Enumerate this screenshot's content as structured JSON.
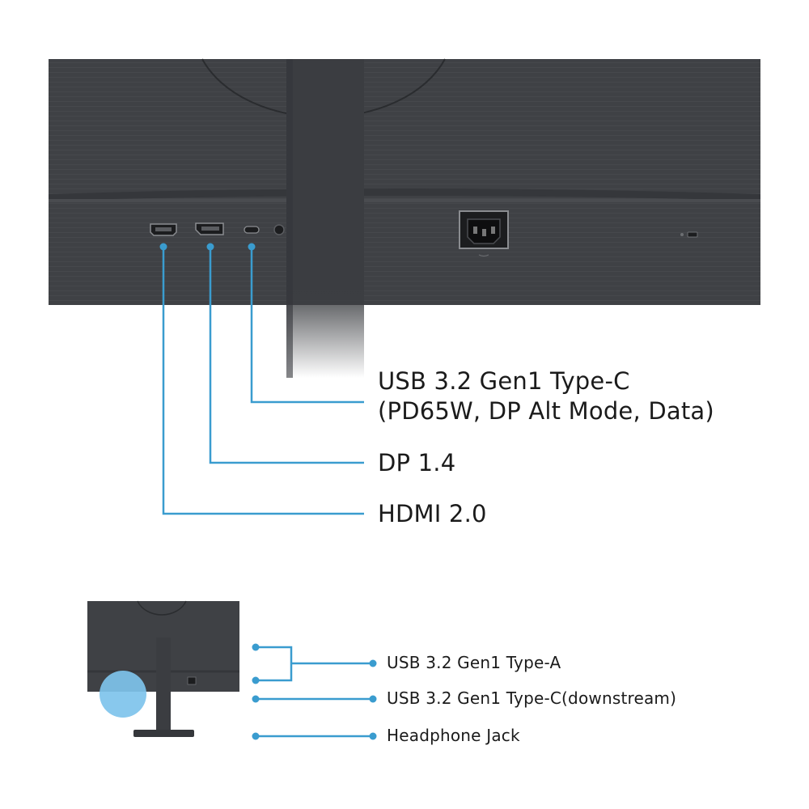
{
  "colors": {
    "monitor_body": "#3f4145",
    "monitor_dark": "#2f3135",
    "callout_line": "#3a9ccf",
    "highlight": "#7ec3ec",
    "text": "#1b1b1b"
  },
  "main_callouts": [
    {
      "name": "usb-c",
      "lines": [
        "USB 3.2 Gen1 Type-C",
        "(PD65W, DP Alt Mode, Data)"
      ]
    },
    {
      "name": "dp",
      "lines": [
        "DP 1.4"
      ]
    },
    {
      "name": "hdmi",
      "lines": [
        "HDMI 2.0"
      ]
    }
  ],
  "side_callouts": [
    {
      "name": "usb-a",
      "text": "USB 3.2 Gen1 Type-A"
    },
    {
      "name": "usb-c-downstream",
      "text": "USB 3.2 Gen1 Type-C(downstream)"
    },
    {
      "name": "headphone",
      "text": "Headphone Jack"
    }
  ]
}
